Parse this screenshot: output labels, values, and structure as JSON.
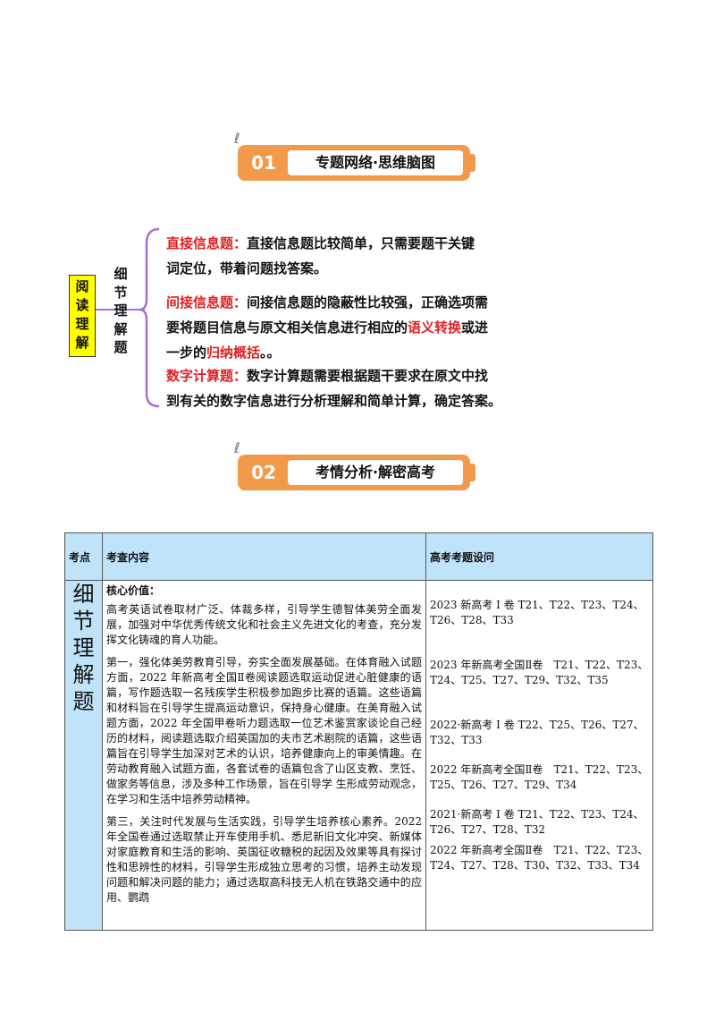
{
  "section1": {
    "num": "01",
    "title": "专题网络·思维脑图"
  },
  "mindmap": {
    "root": "阅读理解",
    "branch": "细节理解题",
    "items": [
      {
        "heading": "直接信息题：",
        "line1": "直接信息题比较简单，只需要题干关键",
        "line2": "词定位，带着问题找答案。"
      },
      {
        "heading": "间接信息题：",
        "line1": "间接信息题的隐蔽性比较强，正确选项需",
        "line2a": "要将题目信息与原文相关信息进行相应的",
        "emph1": "语义转换",
        "line2b": "或进",
        "line3a": "一步的",
        "emph2": "归纳概括",
        "line3b": "。。"
      },
      {
        "heading": "数字计算题：",
        "line1": "数字计算题需要根据题干要求在原文中找",
        "line2": "到有关的数字信息进行分析理解和简单计算，确定答案。"
      }
    ]
  },
  "section2": {
    "num": "02",
    "title": "考情分析·解密高考"
  },
  "table": {
    "headers": [
      "考点",
      "考查内容",
      "高考考题设问"
    ],
    "topic": "细节理解题",
    "content": {
      "heading": "核心价值：",
      "p1": "高考英语试卷取材广泛、体裁多样，引导学生德智体美劳全面发展，加强对中华优秀传统文化和社会主义先进文化的考查，充分发挥文化铸魂的育人功能。",
      "p2": "第一，强化体美劳教育引导，夯实全面发展基础。在体育融入试题方面，2022 年新高考全国Ⅱ卷阅读题选取运动促进心脏健康的语篇，写作题选取一名残疾学生积极参加跑步比赛的语篇。这些语篇和材料旨在引导学生提高运动意识，保持身心健康。在美育融入试题方面，2022 年全国甲卷听力题选取一位艺术鉴赏家谈论自己经历的材料，阅读题选取介绍英国加的夫市艺术剧院的语篇，这些语篇旨在引导学生加深对艺术的认识，培养健康向上的审美情趣。在劳动教育融入试题方面，各套试卷的语篇包含了山区支教、烹饪、做家务等信息，涉及多种工作场景，旨在引导学 生形成劳动观念，在学习和生活中培养劳动精神。",
      "p3": "第三，关注时代发展与生活实践，引导学生培养核心素养。2022 年全国卷通过选取禁止开车使用手机、悉尼新旧文化冲突、新媒体对家庭教育和生活的影响、英国征收糖税的起因及效果等具有探讨性和思辨性的材料，引导学生形成独立思考的习惯，培养主动发现问题和解决问题的能力；通过选取高科技无人机在铁路交通中的应用、鹦鹉"
    },
    "questions": [
      "2023 新高考 I 卷 T21、T22、T23、T24、T26、T28、T33",
      "2023 年新高考全国Ⅱ卷　T21、T22、T23、T24、T25、T27、T29、T32、T35",
      "2022·新高考 I 卷 T22、T25、T26、T27、T32、T33",
      "2022 年新高考全国Ⅱ卷　T21、T22、T23、T25、T26、T27、T29、T34",
      "2021·新高考 I 卷 T21、T22、T23、T24、T26、T27、T28、T32",
      "2022 年新高考全国Ⅱ卷　T21、T22、T23、T24、T27、T28、T30、T32、T33、T34"
    ]
  }
}
